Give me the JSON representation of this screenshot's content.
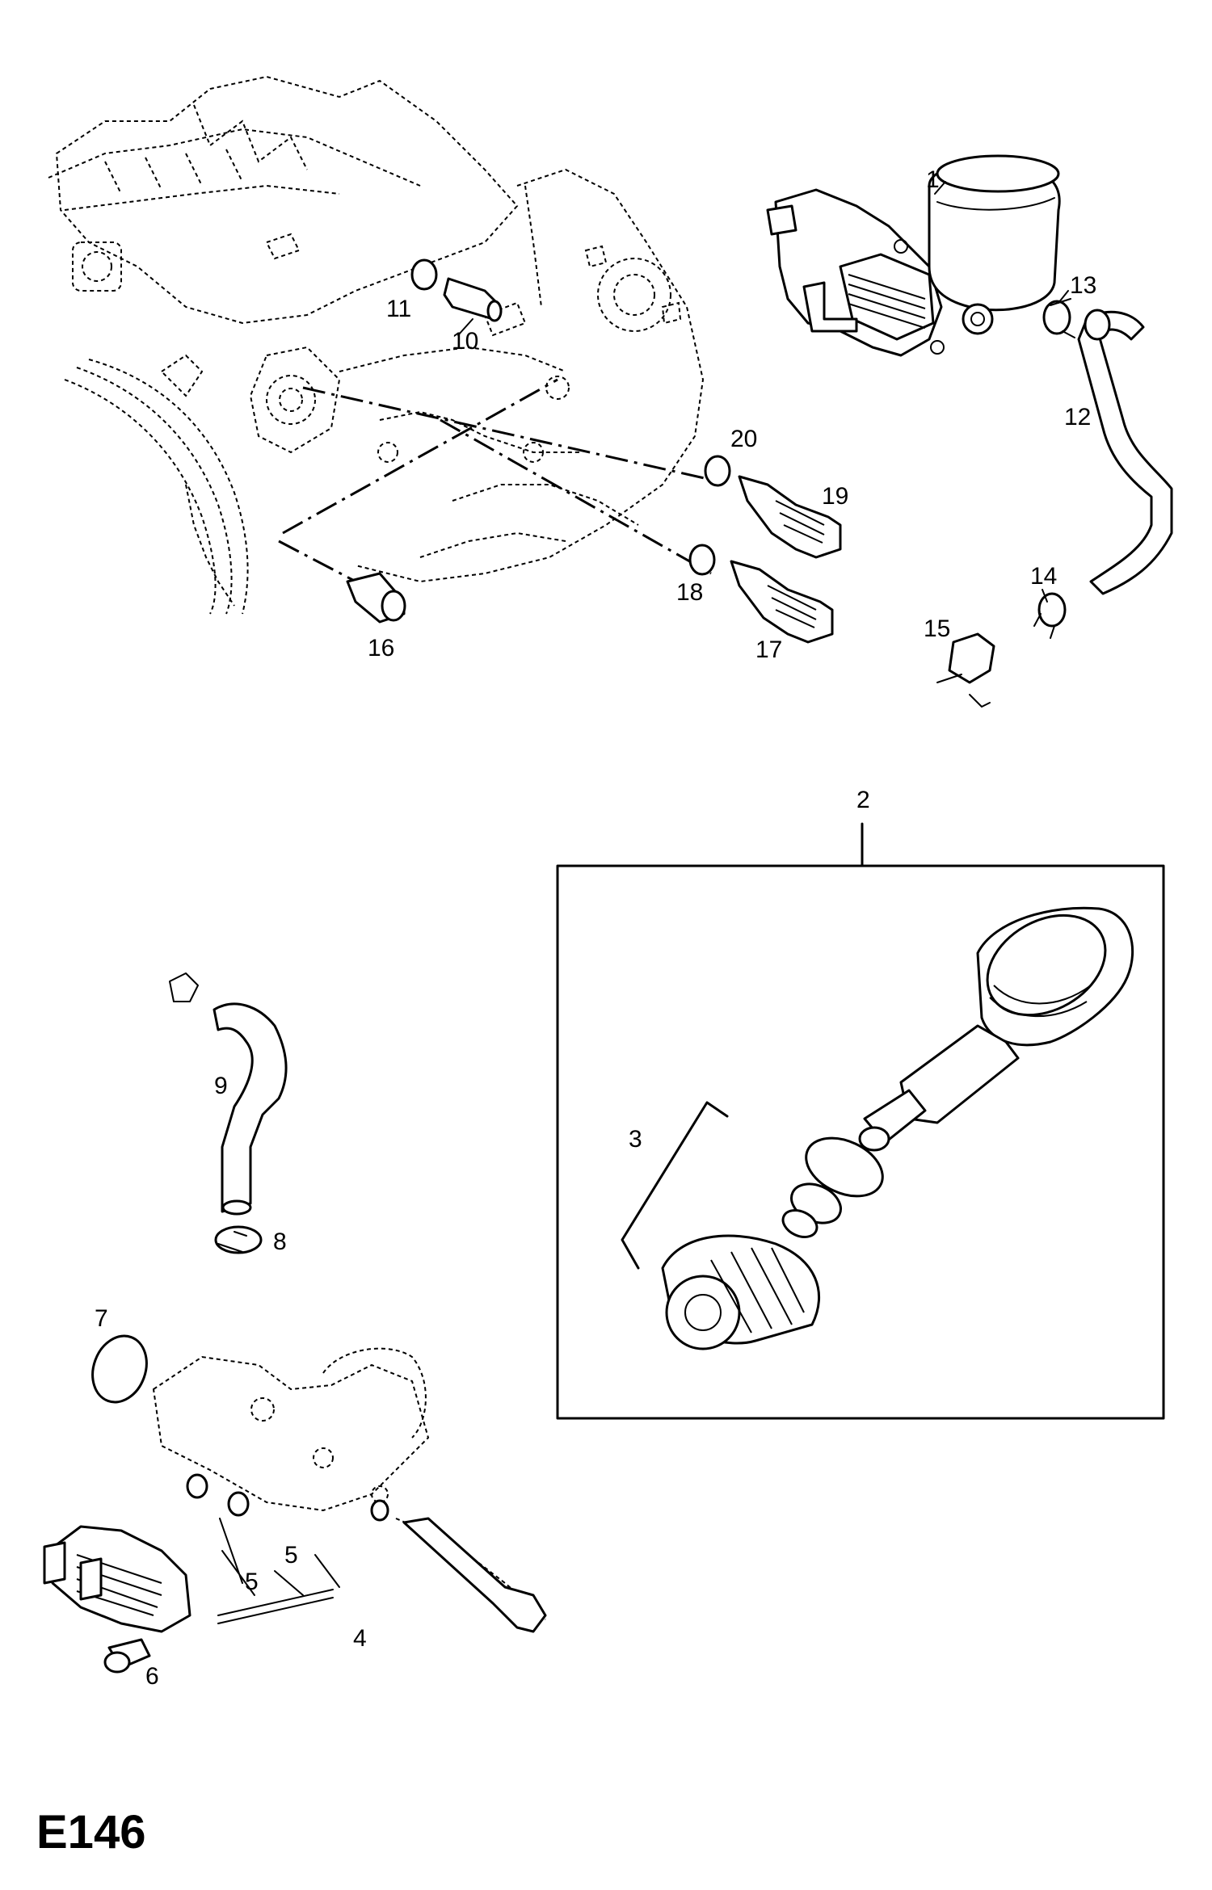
{
  "diagram_code": "E146",
  "callouts": {
    "c1": "1",
    "c2": "2",
    "c3": "3",
    "c4": "4",
    "c5a": "5",
    "c5b": "5",
    "c6": "6",
    "c7": "7",
    "c8": "8",
    "c9": "9",
    "c10": "10",
    "c11": "11",
    "c12": "12",
    "c13": "13",
    "c14": "14",
    "c15": "15",
    "c16": "16",
    "c17": "17",
    "c18": "18",
    "c19": "19",
    "c20": "20"
  }
}
